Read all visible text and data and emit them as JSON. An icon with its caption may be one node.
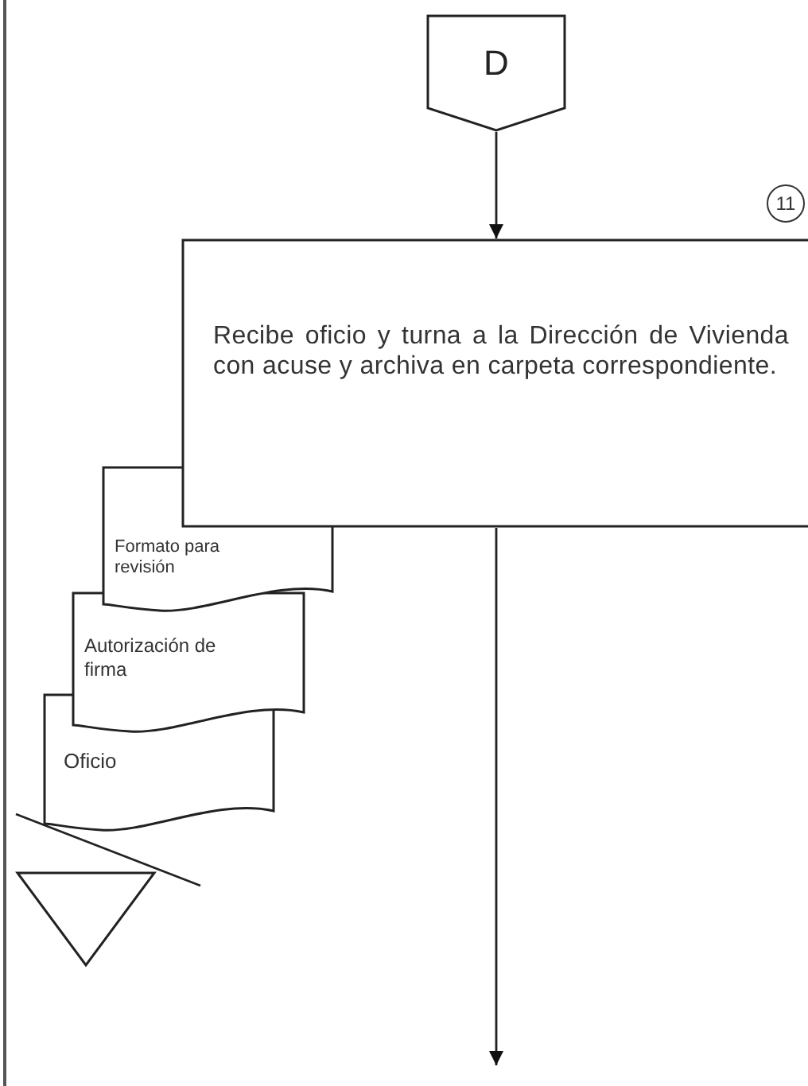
{
  "diagram": {
    "nodes": [
      {
        "text": [
          "D"
        ]
      },
      {
        "text": [
          "Recibe oficio y turna a la Dirección de Vivienda con acuse y archiva en carpeta correspondiente."
        ],
        "beside": [
          "11"
        ]
      },
      {
        "text": [
          "Formato para revisión"
        ]
      },
      {
        "text": [
          "Autorización de firma"
        ]
      },
      {
        "text": [
          "Oficio"
        ]
      },
      {
        "text": [],
        "shape": "triangle"
      }
    ],
    "edges": [
      {
        "from": 0,
        "to": 1,
        "arrow": "to"
      },
      {
        "from": 1,
        "to": null,
        "arrow": "to"
      },
      {
        "from": 4,
        "to": 5,
        "arrow": "none"
      }
    ]
  }
}
